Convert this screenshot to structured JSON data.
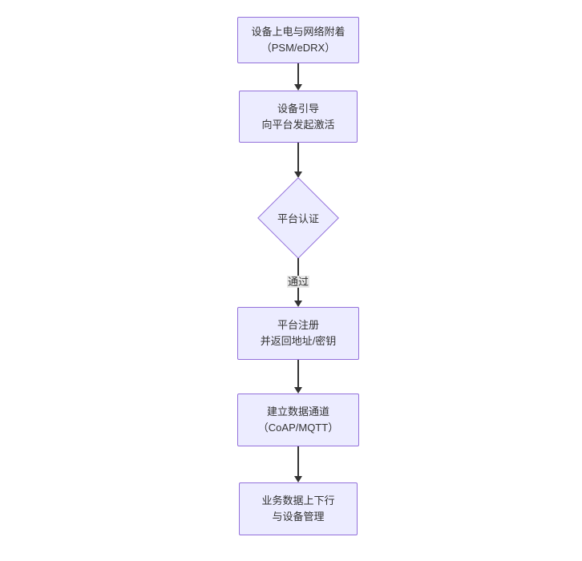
{
  "diagram": {
    "type": "flowchart",
    "direction": "top-down",
    "colors": {
      "node_fill": "#ECECFF",
      "node_border": "#9370DB",
      "edge_color": "#333333",
      "text_color": "#333333",
      "edge_label_bg": "#e8e8e8",
      "background": "#ffffff"
    },
    "nodes": [
      {
        "id": "power-attach",
        "shape": "rect",
        "lines": [
          "设备上电与网络附着",
          "（PSM/eDRX）"
        ]
      },
      {
        "id": "bootstrap",
        "shape": "rect",
        "lines": [
          "设备引导",
          "向平台发起激活"
        ]
      },
      {
        "id": "auth",
        "shape": "diamond",
        "lines": [
          "平台认证"
        ]
      },
      {
        "id": "register",
        "shape": "rect",
        "lines": [
          "平台注册",
          "并返回地址/密钥"
        ]
      },
      {
        "id": "channel",
        "shape": "rect",
        "lines": [
          "建立数据通道",
          "（CoAP/MQTT）"
        ]
      },
      {
        "id": "business",
        "shape": "rect",
        "lines": [
          "业务数据上下行",
          "与设备管理"
        ]
      }
    ],
    "edges": [
      {
        "from": "power-attach",
        "to": "bootstrap",
        "label": ""
      },
      {
        "from": "bootstrap",
        "to": "auth",
        "label": ""
      },
      {
        "from": "auth",
        "to": "register",
        "label": "通过"
      },
      {
        "from": "register",
        "to": "channel",
        "label": ""
      },
      {
        "from": "channel",
        "to": "business",
        "label": ""
      }
    ]
  }
}
